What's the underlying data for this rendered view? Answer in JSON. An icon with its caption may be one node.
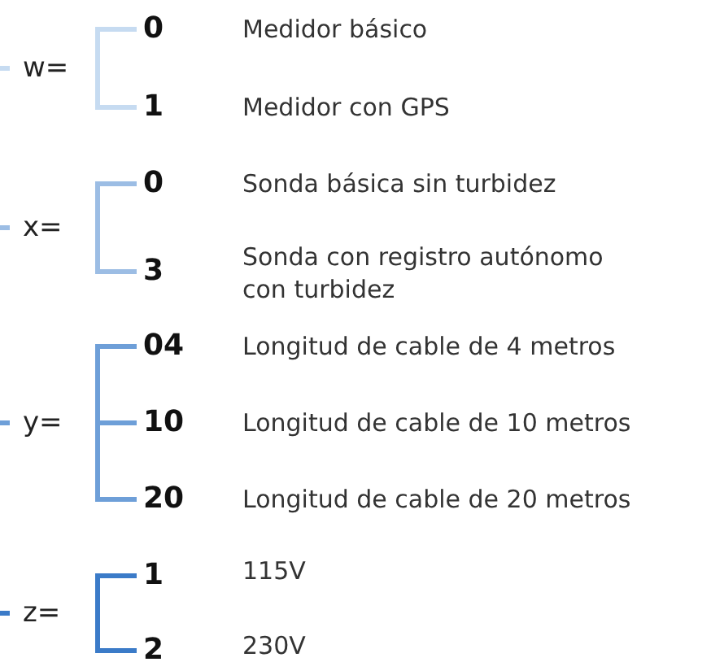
{
  "diagram": {
    "nodes": [
      {
        "text": [
          "w="
        ]
      },
      {
        "text": [
          "0"
        ],
        "beside": [
          "Medidor básico"
        ]
      },
      {
        "text": [
          "1"
        ],
        "beside": [
          "Medidor con GPS"
        ]
      },
      {
        "text": [
          "x="
        ]
      },
      {
        "text": [
          "0"
        ],
        "beside": [
          "Sonda básica sin turbidez"
        ]
      },
      {
        "text": [
          "3"
        ],
        "beside": [
          "Sonda con registro autónomo con turbidez"
        ]
      },
      {
        "text": [
          "y="
        ]
      },
      {
        "text": [
          "04"
        ],
        "beside": [
          "Longitud de cable de 4 metros"
        ]
      },
      {
        "text": [
          "10"
        ],
        "beside": [
          "Longitud de cable de 10 metros"
        ]
      },
      {
        "text": [
          "20"
        ],
        "beside": [
          "Longitud de cable de 20 metros"
        ]
      },
      {
        "text": [
          "z="
        ]
      },
      {
        "text": [
          "1"
        ],
        "beside": [
          "115V"
        ]
      },
      {
        "text": [
          "2"
        ],
        "beside": [
          "230V"
        ]
      }
    ],
    "edges": [
      {
        "from": 0,
        "to": 1,
        "arrow": "none",
        "color": "#c6dbf1"
      },
      {
        "from": 0,
        "to": 2,
        "arrow": "none",
        "color": "#c6dbf1"
      },
      {
        "from": 3,
        "to": 4,
        "arrow": "none",
        "color": "#9cbde4"
      },
      {
        "from": 3,
        "to": 5,
        "arrow": "none",
        "color": "#9cbde4"
      },
      {
        "from": 6,
        "to": 7,
        "arrow": "none",
        "color": "#6e9fd8"
      },
      {
        "from": 6,
        "to": 8,
        "arrow": "none",
        "color": "#6e9fd8"
      },
      {
        "from": 6,
        "to": 9,
        "arrow": "none",
        "color": "#6e9fd8"
      },
      {
        "from": 10,
        "to": 11,
        "arrow": "none",
        "color": "#3b7bc8"
      },
      {
        "from": 10,
        "to": 12,
        "arrow": "none",
        "color": "#3b7bc8"
      }
    ]
  }
}
